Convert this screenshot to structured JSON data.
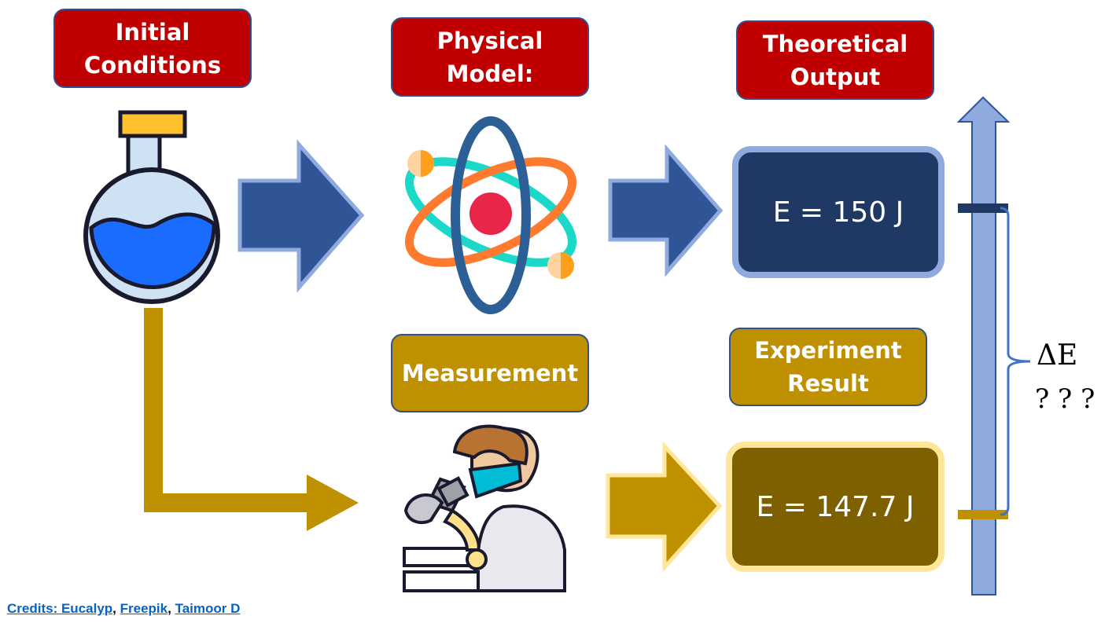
{
  "labels": {
    "initial": "Initial\nConditions",
    "physical": "Physical\nModel:",
    "theoretical": "Theoretical\nOutput",
    "measurement": "Measurement",
    "experiment": "Experiment\nResult"
  },
  "values": {
    "theoretical": "E = 150 J",
    "experiment": "E = 147.7 J"
  },
  "delta": {
    "symbol": "ΔE",
    "question": "? ? ?"
  },
  "credits": {
    "prefix": "Credits: ",
    "names": [
      "Eucalyp",
      "Freepik",
      "Taimoor D"
    ],
    "separator": ","
  },
  "icons": [
    "flask-icon",
    "atom-icon",
    "scientist-microscope-icon"
  ],
  "colors": {
    "red": "#c00000",
    "gold": "#bf9000",
    "navy_box": "#203864",
    "brown_box": "#7f6000",
    "arrow_blue": "#2f5597",
    "scale_blue": "#8faadc"
  }
}
